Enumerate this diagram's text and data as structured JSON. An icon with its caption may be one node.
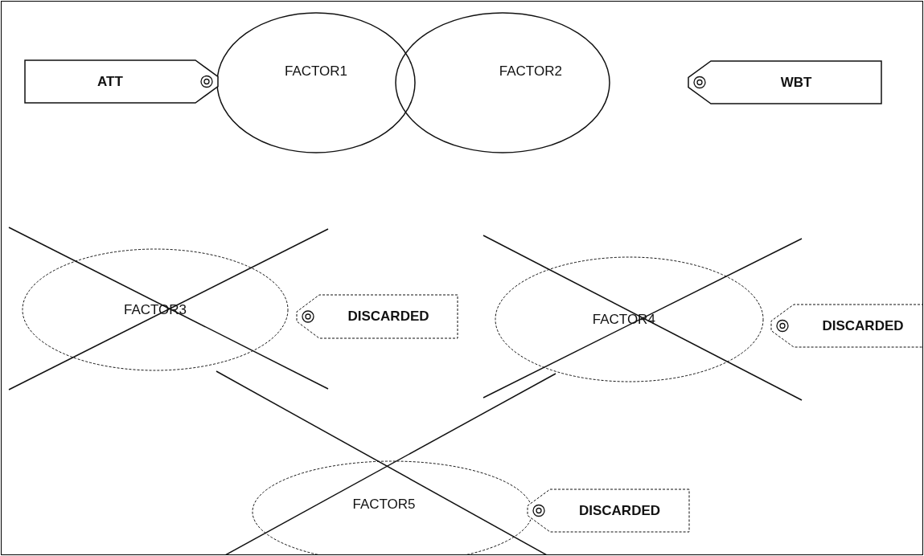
{
  "diagram": {
    "nodes": [
      {
        "text": [
          "FACTOR1"
        ]
      },
      {
        "text": [
          "FACTOR2"
        ]
      },
      {
        "text": [
          "ATT"
        ]
      },
      {
        "text": [
          "WBT"
        ]
      },
      {
        "text": [
          "FACTOR3"
        ]
      },
      {
        "text": [
          "DISCARDED"
        ]
      },
      {
        "text": [
          "FACTOR4"
        ]
      },
      {
        "text": [
          "DISCARDED"
        ]
      },
      {
        "text": [
          "FACTOR5"
        ]
      },
      {
        "text": [
          "DISCARDED"
        ]
      }
    ]
  }
}
